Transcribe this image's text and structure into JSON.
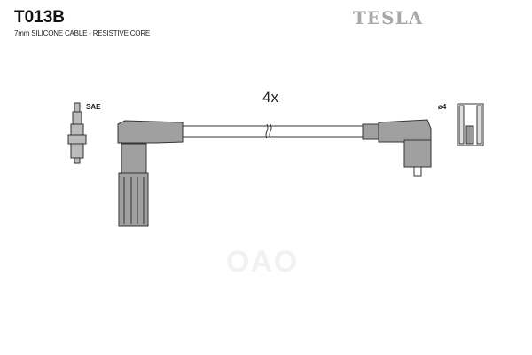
{
  "header": {
    "part_number": "T013B",
    "description": "7mm SILICONE CABLE - RESISTIVE CORE",
    "brand": "TESLA"
  },
  "diagram": {
    "quantity": "4x",
    "plug_label": "SAE",
    "terminal_label": "ø4"
  },
  "watermark": "ОАО",
  "colors": {
    "boot": "#a0a0a0",
    "outline": "#333333",
    "brand": "#a8a8a8"
  }
}
